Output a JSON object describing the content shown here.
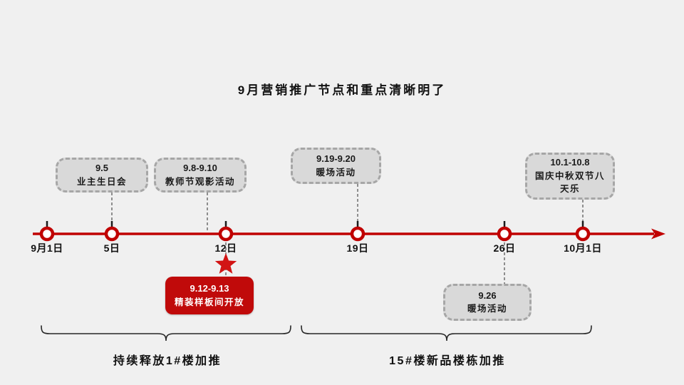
{
  "title": "9月营销推广节点和重点清晰明了",
  "colors": {
    "background": "#f0f0f0",
    "timeline_red": "#c00000",
    "highlight_red": "#c00a0a",
    "star_red": "#d21414",
    "card_gray": "#d9d9d9",
    "card_border_gray": "#a6a6a6",
    "text_black": "#111111"
  },
  "timeline": {
    "dates": [
      "9月1日",
      "5日",
      "12日",
      "19日",
      "26日",
      "10月1日"
    ]
  },
  "events": [
    {
      "date": "9.5",
      "title": "业主生日会"
    },
    {
      "date": "9.8-9.10",
      "title": "教师节观影活动"
    },
    {
      "date": "9.19-9.20",
      "title": "暖场活动"
    },
    {
      "date": "10.1-10.8",
      "title": "国庆中秋双节八天乐"
    },
    {
      "date": "9.12-9.13",
      "title": "精装样板间开放"
    },
    {
      "date": "9.26",
      "title": "暖场活动"
    }
  ],
  "phases": [
    {
      "label": "持续释放1#楼加推"
    },
    {
      "label": "15#楼新品楼栋加推"
    }
  ]
}
